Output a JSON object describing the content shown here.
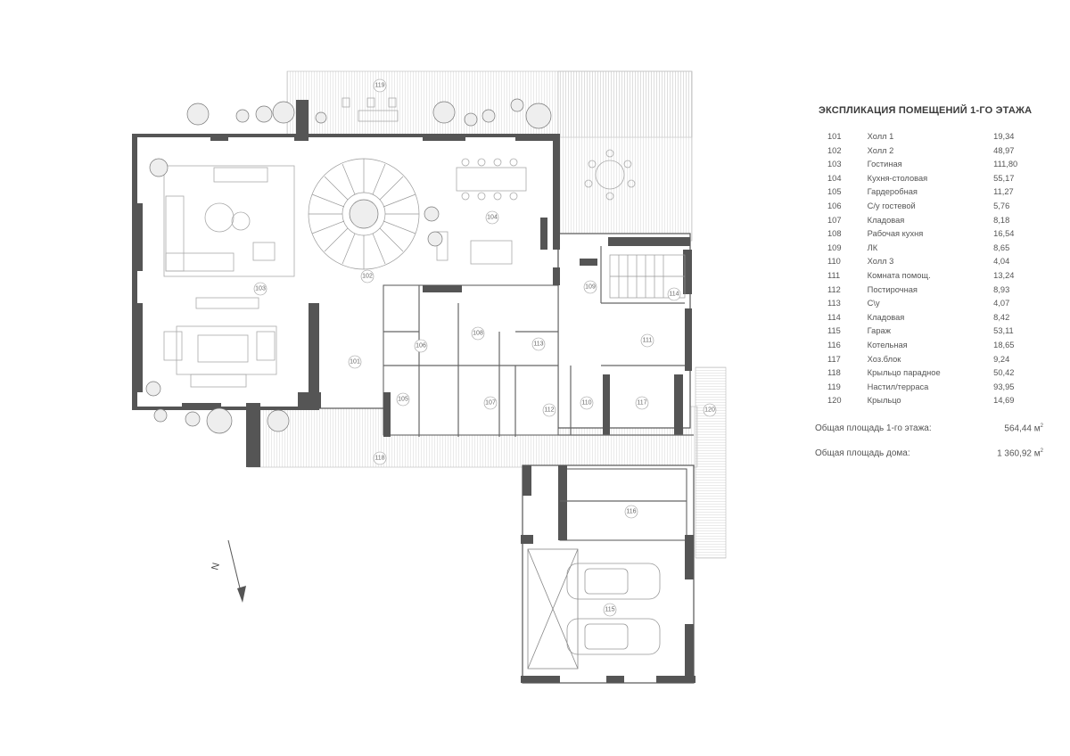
{
  "legend": {
    "title": "ЭКСПЛИКАЦИЯ ПОМЕЩЕНИЙ 1-ГО ЭТАЖА",
    "rooms": [
      {
        "num": "101",
        "name": "Холл 1",
        "area": "19,34"
      },
      {
        "num": "102",
        "name": "Холл 2",
        "area": "48,97"
      },
      {
        "num": "103",
        "name": "Гостиная",
        "area": "111,80"
      },
      {
        "num": "104",
        "name": "Кухня-столовая",
        "area": "55,17"
      },
      {
        "num": "105",
        "name": "Гардеробная",
        "area": "11,27"
      },
      {
        "num": "106",
        "name": "С/у гостевой",
        "area": "5,76"
      },
      {
        "num": "107",
        "name": "Кладовая",
        "area": "8,18"
      },
      {
        "num": "108",
        "name": "Рабочая кухня",
        "area": "16,54"
      },
      {
        "num": "109",
        "name": "ЛК",
        "area": "8,65"
      },
      {
        "num": "110",
        "name": "Холл 3",
        "area": "4,04"
      },
      {
        "num": "111",
        "name": "Комната помощ.",
        "area": "13,24"
      },
      {
        "num": "112",
        "name": "Постирочная",
        "area": "8,93"
      },
      {
        "num": "113",
        "name": "С\\у",
        "area": "4,07"
      },
      {
        "num": "114",
        "name": "Кладовая",
        "area": "8,42"
      },
      {
        "num": "115",
        "name": "Гараж",
        "area": "53,11"
      },
      {
        "num": "116",
        "name": "Котельная",
        "area": "18,65"
      },
      {
        "num": "117",
        "name": "Хоз.блок",
        "area": "9,24"
      },
      {
        "num": "118",
        "name": "Крыльцо парадное",
        "area": "50,42"
      },
      {
        "num": "119",
        "name": "Настил/терраса",
        "area": "93,95"
      },
      {
        "num": "120",
        "name": "Крыльцо",
        "area": "14,69"
      }
    ],
    "totals": [
      {
        "label": "Общая площадь 1-го этажа:",
        "value": "564,44 м",
        "unit_sup": "2"
      },
      {
        "label": "Общая площадь дома:",
        "value": "1 360,92 м",
        "unit_sup": "2"
      }
    ]
  },
  "plan": {
    "north_label": "N",
    "room_tags": [
      "101",
      "102",
      "103",
      "104",
      "105",
      "106",
      "107",
      "108",
      "109",
      "110",
      "111",
      "112",
      "113",
      "114",
      "115",
      "116",
      "117",
      "118",
      "119",
      "120"
    ],
    "colors": {
      "wall": "#555555",
      "line": "#999999",
      "deck_hatch": "#cccccc",
      "furniture": "#aaaaaa",
      "text": "#666666"
    }
  }
}
